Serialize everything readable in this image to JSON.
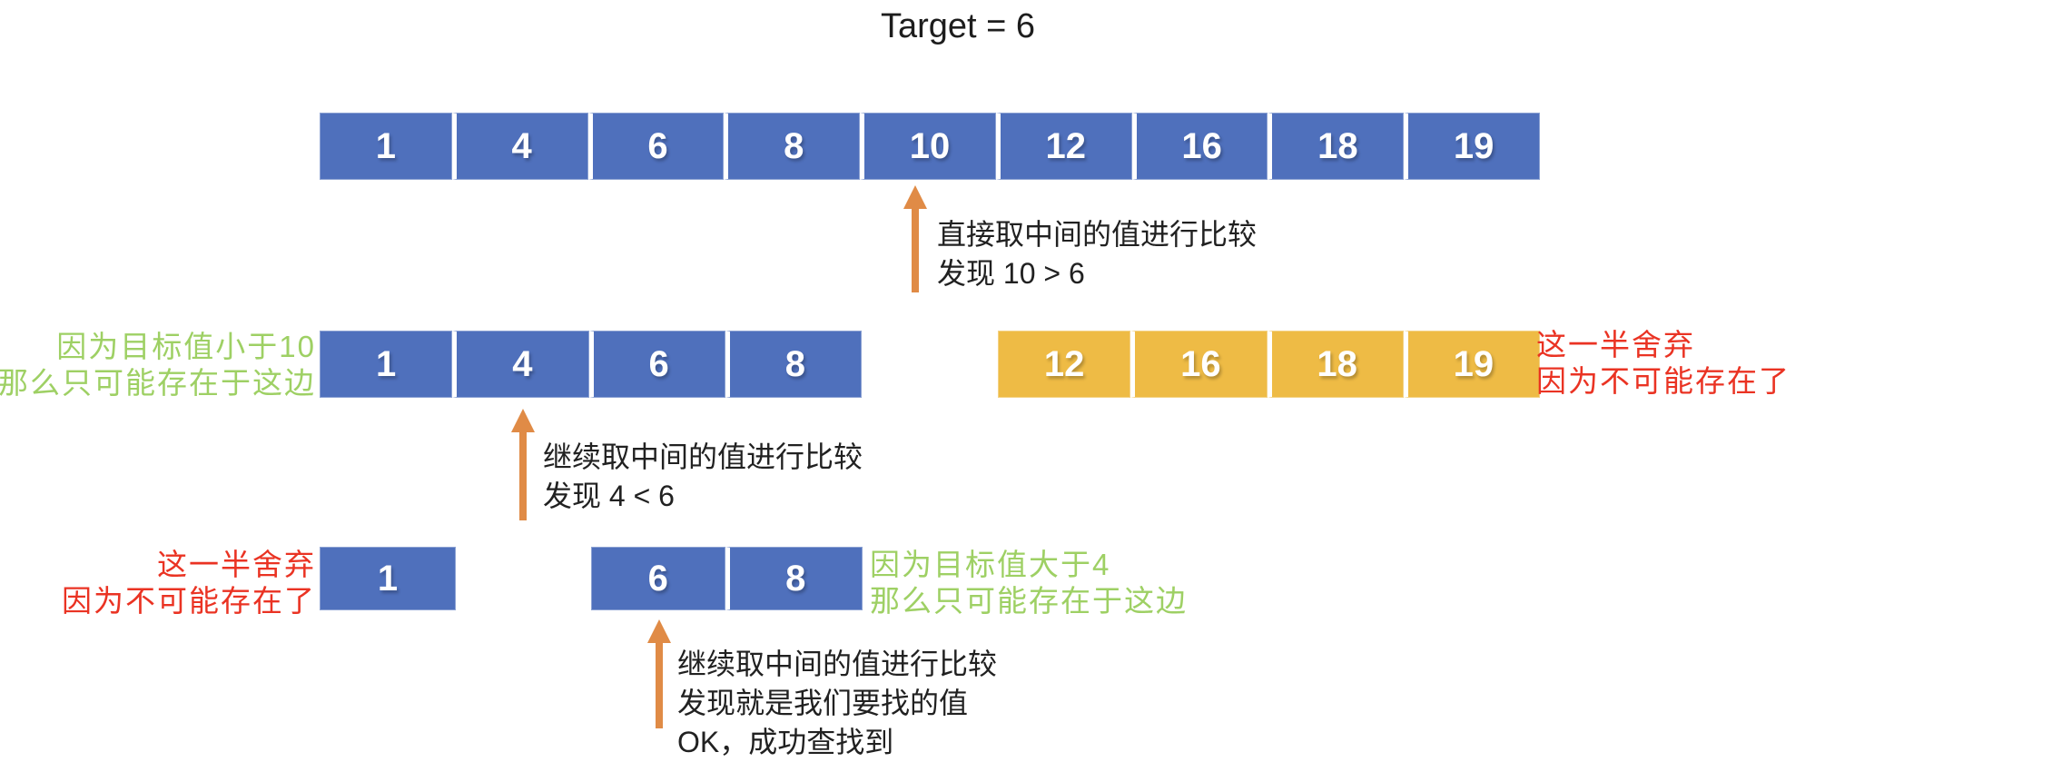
{
  "title": "Target = 6",
  "colors": {
    "cell_blue": "#4F70BC",
    "cell_orange": "#EEBB45",
    "arrow_orange": "#E08B46",
    "note_green": "#9ED064",
    "note_red": "#EA3323",
    "text_black": "#212121"
  },
  "rows": {
    "step1_full": {
      "cells": [
        "1",
        "4",
        "6",
        "8",
        "10",
        "12",
        "16",
        "18",
        "19"
      ],
      "style": "blue"
    },
    "step2_kept": {
      "cells": [
        "1",
        "4",
        "6",
        "8"
      ],
      "style": "blue"
    },
    "step2_discarded": {
      "cells": [
        "12",
        "16",
        "18",
        "19"
      ],
      "style": "orange"
    },
    "step3_discarded": {
      "cells": [
        "1"
      ],
      "style": "blue"
    },
    "step3_kept": {
      "cells": [
        "6",
        "8"
      ],
      "style": "blue"
    }
  },
  "notes": {
    "step1": {
      "line1": "直接取中间的值进行比较",
      "line2": "发现 10 > 6"
    },
    "step2": {
      "line1": "继续取中间的值进行比较",
      "line2": "发现 4 < 6"
    },
    "step3": {
      "line1": "继续取中间的值进行比较",
      "line2": "发现就是我们要找的值",
      "line3": "OK，成功查找到"
    },
    "keep_left_half": {
      "line1": "因为目标值小于10",
      "line2": "那么只可能存在于这边"
    },
    "discard_right_half": {
      "line1": "这一半舍弃",
      "line2": "因为不可能存在了"
    },
    "discard_left_cell": {
      "line1": "这一半舍弃",
      "line2": "因为不可能存在了"
    },
    "keep_right_cells": {
      "line1": "因为目标值大于4",
      "line2": "那么只可能存在于这边"
    }
  }
}
